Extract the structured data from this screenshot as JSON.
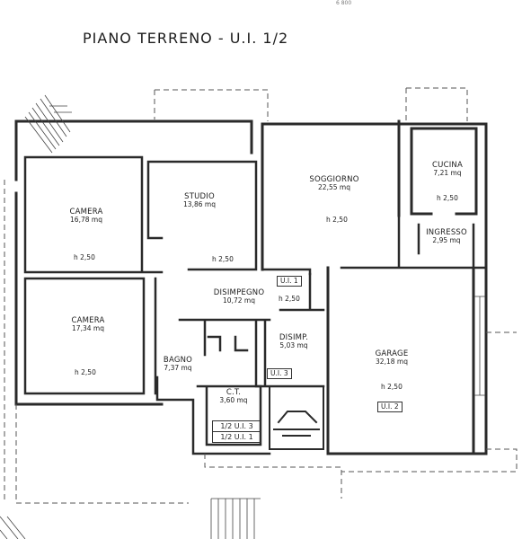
{
  "title": "PIANO TERRENO - U.I. 1/2",
  "top_right_ref": "6 800",
  "rooms": [
    {
      "id": "camera-1",
      "name": "CAMERA",
      "area": "16,78 mq",
      "height": "h 2,50"
    },
    {
      "id": "camera-2",
      "name": "CAMERA",
      "area": "17,34 mq",
      "height": "h 2,50"
    },
    {
      "id": "studio",
      "name": "STUDIO",
      "area": "13,86 mq",
      "height": "h 2,50"
    },
    {
      "id": "soggiorno",
      "name": "SOGGIORNO",
      "area": "22,55 mq",
      "height": "h 2,50"
    },
    {
      "id": "cucina",
      "name": "CUCINA",
      "area": "7,21 mq",
      "height": "h 2,50"
    },
    {
      "id": "ingresso",
      "name": "INGRESSO",
      "area": "2,95 mq",
      "height": ""
    },
    {
      "id": "disimpegno",
      "name": "DISIMPEGNO",
      "area": "10,72 mq",
      "height": "h 2,50"
    },
    {
      "id": "disimp",
      "name": "DISIMP.",
      "area": "5,03 mq",
      "height": ""
    },
    {
      "id": "bagno",
      "name": "BAGNO",
      "area": "7,37 mq",
      "height": ""
    },
    {
      "id": "ct",
      "name": "C.T.",
      "area": "3,60 mq",
      "height": ""
    },
    {
      "id": "garage",
      "name": "GARAGE",
      "area": "32,18 mq",
      "height": "h 2,50"
    }
  ],
  "unit_tags": {
    "ui1": "U.I. 1",
    "ui2": "U.I. 2",
    "ui3": "U.I. 3"
  },
  "shared_tags": [
    "1/2 U.I. 3",
    "1/2 U.I. 1"
  ],
  "colors": {
    "wall": "#2a2a2a",
    "dashed": "#555555",
    "text": "#1c1c1c"
  }
}
